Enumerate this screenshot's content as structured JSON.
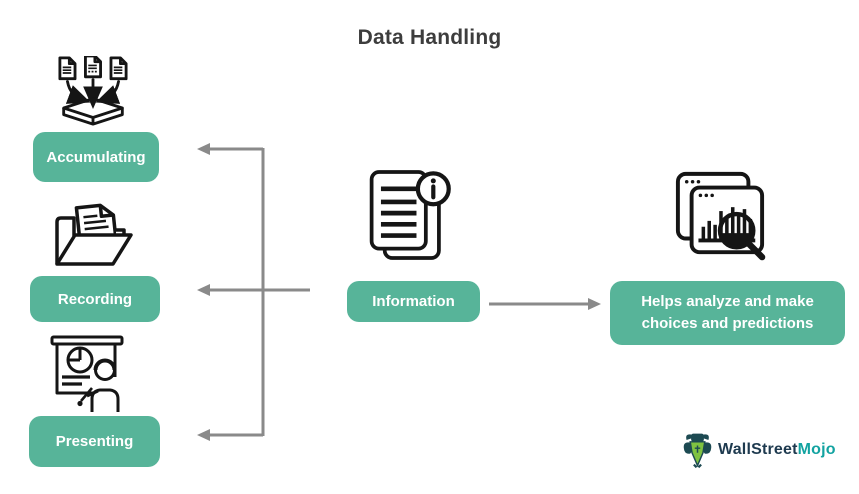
{
  "title": "Data Handling",
  "colors": {
    "box_green": "#57b499",
    "arrow_gray": "#8a8a8a",
    "icon_ink": "#151515",
    "title_ink": "#3d3d3d",
    "box_text": "#ffffff",
    "logo_navy": "#1e3a4f",
    "logo_teal": "#13a3a1"
  },
  "left_column": {
    "items": [
      {
        "id": "accumulating",
        "label": "Accumulating",
        "icon": "documents-into-tray-icon"
      },
      {
        "id": "recording",
        "label": "Recording",
        "icon": "folder-document-icon"
      },
      {
        "id": "presenting",
        "label": "Presenting",
        "icon": "presentation-speaker-icon"
      }
    ]
  },
  "center_node": {
    "label": "Information",
    "icon": "document-info-icon"
  },
  "right_node": {
    "lines": [
      "Helps analyze and make",
      "choices and predictions"
    ],
    "icon": "windows-chart-magnifier-icon"
  },
  "branding": {
    "wordmark_primary": "WallStreet",
    "wordmark_secondary": "Mojo",
    "icon": "wallstreetmojo-bull-icon"
  }
}
